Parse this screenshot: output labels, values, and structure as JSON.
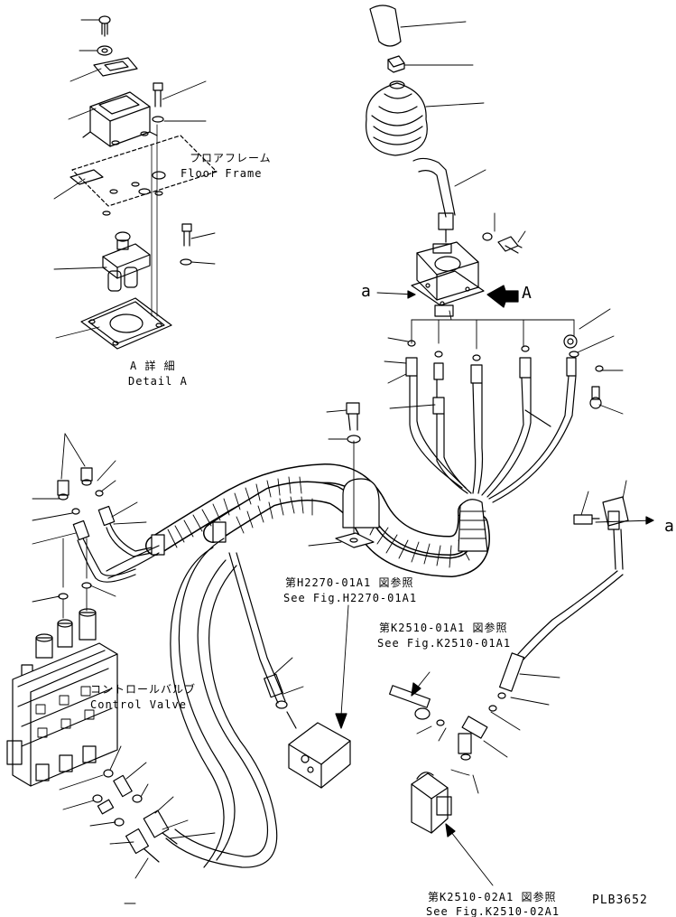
{
  "labels": {
    "floor_frame_jp": "フロアフレーム",
    "floor_frame_en": "Floor Frame",
    "detail_jp": "A 詳 細",
    "detail_en": "Detail A",
    "control_valve_jp": "コントロールバルブ",
    "control_valve_en": "Control Valve",
    "view_a": "A",
    "port_a_left": "a",
    "port_a_right": "→ a"
  },
  "references": [
    {
      "jp": "第H2270-01A1 図参照",
      "en": "See Fig.H2270-01A1"
    },
    {
      "jp": "第K2510-01A1 図参照",
      "en": "See Fig.K2510-01A1"
    },
    {
      "jp": "第K2510-02A1 図参照",
      "en": "See Fig.K2510-02A1"
    }
  ],
  "drawing_code": "PLB3652",
  "colors": {
    "ink": "#000000",
    "paper": "#ffffff"
  }
}
